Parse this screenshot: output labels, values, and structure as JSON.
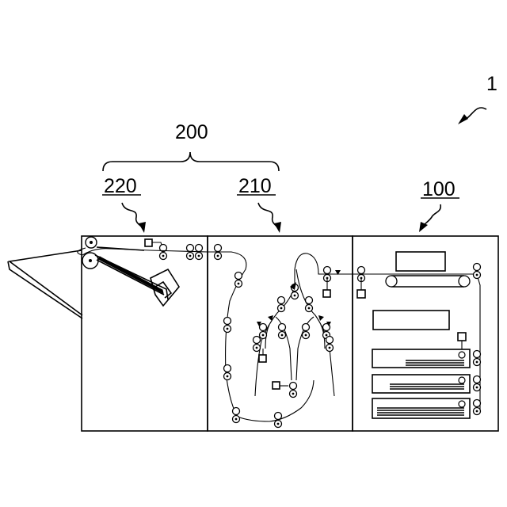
{
  "reference_numerals": {
    "system": "1",
    "post_processing_unit": "200",
    "left_module": "220",
    "middle_module": "210",
    "image_forming_apparatus": "100"
  }
}
